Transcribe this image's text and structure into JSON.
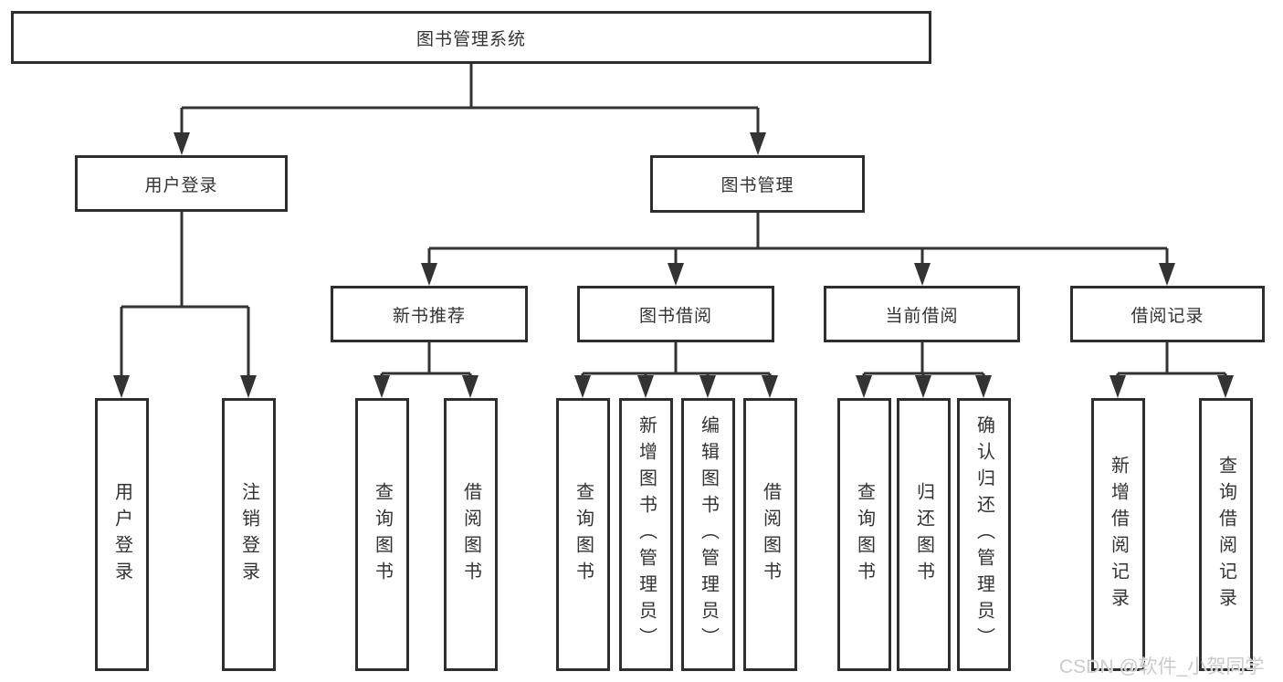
{
  "diagram_title": "图书管理系统",
  "watermark": "CSDN @软件_小贺同学",
  "colors": {
    "line": "#333333",
    "box_border": "#2e2e2e",
    "text": "#333333",
    "watermark": "#cbcbcb",
    "background": "#ffffff"
  },
  "nodes": {
    "root": "图书管理系统",
    "user_login": "用户登录",
    "book_mgmt": "图书管理",
    "new_book_rec": "新书推荐",
    "book_borrow": "图书借阅",
    "current_borrow": "当前借阅",
    "borrow_records": "借阅记录",
    "leaf_user_login": "用户登录",
    "leaf_logout": "注销登录",
    "leaf_rec_query_book": "查询图书",
    "leaf_rec_borrow_book": "借阅图书",
    "leaf_bb_query_book": "查询图书",
    "leaf_bb_add_book": "新增图书（管理员）",
    "leaf_bb_edit_book": "编辑图书（管理员）",
    "leaf_bb_borrow_book": "借阅图书",
    "leaf_cb_query_book": "查询图书",
    "leaf_cb_return_book": "归还图书",
    "leaf_cb_confirm_return": "确认归还（管理员）",
    "leaf_br_add_record": "新增借阅记录",
    "leaf_br_query_record": "查询借阅记录"
  },
  "hierarchy": {
    "label": "图书管理系统",
    "children": [
      {
        "label": "用户登录",
        "children": [
          {
            "label": "用户登录"
          },
          {
            "label": "注销登录"
          }
        ]
      },
      {
        "label": "图书管理",
        "children": [
          {
            "label": "新书推荐",
            "children": [
              {
                "label": "查询图书"
              },
              {
                "label": "借阅图书"
              }
            ]
          },
          {
            "label": "图书借阅",
            "children": [
              {
                "label": "查询图书"
              },
              {
                "label": "新增图书（管理员）"
              },
              {
                "label": "编辑图书（管理员）"
              },
              {
                "label": "借阅图书"
              }
            ]
          },
          {
            "label": "当前借阅",
            "children": [
              {
                "label": "查询图书"
              },
              {
                "label": "归还图书"
              },
              {
                "label": "确认归还（管理员）"
              }
            ]
          },
          {
            "label": "借阅记录",
            "children": [
              {
                "label": "新增借阅记录"
              },
              {
                "label": "查询借阅记录"
              }
            ]
          }
        ]
      }
    ]
  }
}
